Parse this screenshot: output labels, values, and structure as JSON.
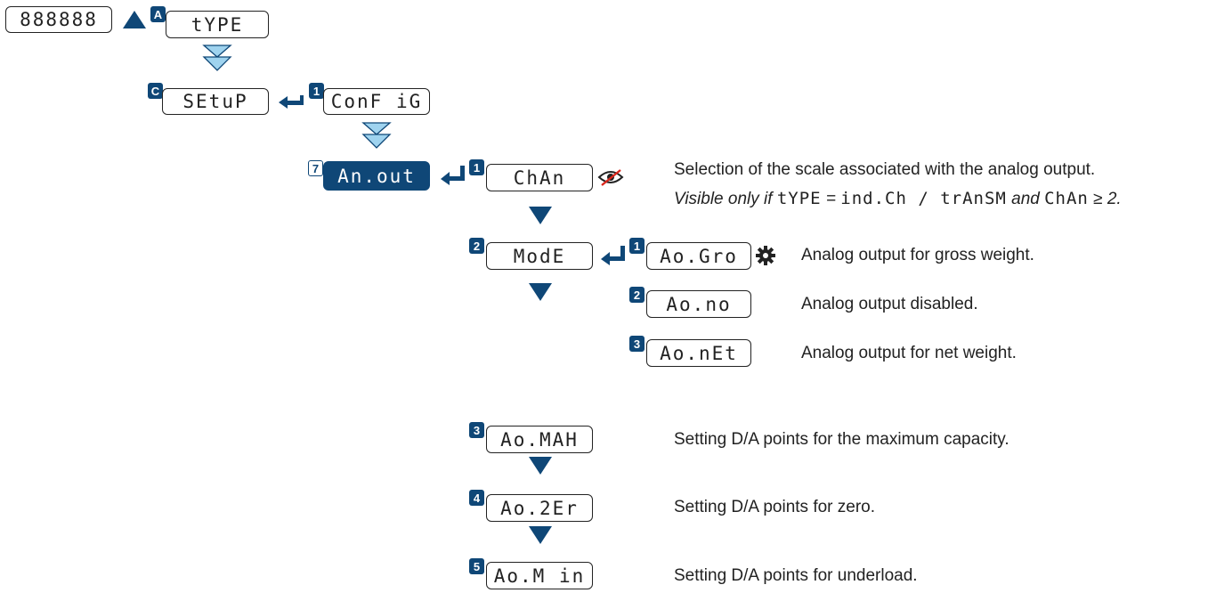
{
  "start": {
    "display": "888888"
  },
  "nodes": {
    "type": {
      "badge": "A",
      "label": "tYPE"
    },
    "setup": {
      "badge": "C",
      "label": "SEtuP"
    },
    "config": {
      "badge": "1",
      "label": "ConF iG"
    },
    "anout": {
      "badge": "7",
      "label": "An.out"
    },
    "chan": {
      "badge": "1",
      "label": "ChAn"
    },
    "mode": {
      "badge": "2",
      "label": "ModE"
    },
    "ao_gro": {
      "badge": "1",
      "label": "Ao.Gro"
    },
    "ao_no": {
      "badge": "2",
      "label": "Ao.no"
    },
    "ao_net": {
      "badge": "3",
      "label": "Ao.nEt"
    },
    "ao_max": {
      "badge": "3",
      "label": "Ao.MAH"
    },
    "ao_zer": {
      "badge": "4",
      "label": "Ao.2Er"
    },
    "ao_min": {
      "badge": "5",
      "label": "Ao.M in"
    }
  },
  "descriptions": {
    "chan_line1": "Selection of the scale associated with the analog output.",
    "chan_vis_prefix": "Visible only if ",
    "chan_vis_type": "tYPE",
    "chan_vis_eq": " = ",
    "chan_vis_values": "ind.Ch / trAnSM",
    "chan_vis_and": " and ",
    "chan_vis_chan": "ChAn",
    "chan_vis_cond": " ≥ 2.",
    "ao_gro": "Analog output for gross weight.",
    "ao_no": "Analog output disabled.",
    "ao_net": "Analog output for net weight.",
    "ao_max": "Setting D/A points for the maximum capacity.",
    "ao_zer": "Setting D/A points for zero.",
    "ao_min": "Setting D/A points for underload."
  },
  "colors": {
    "accent": "#0f4777",
    "arrow_light": "#9fd3ef",
    "eye_slash": "#d9261c"
  },
  "icons": {
    "up": "triangle-up-icon",
    "down": "triangle-down-icon",
    "enter": "enter-arrow-icon",
    "left": "left-arrow-icon",
    "hidden": "eye-slash-icon",
    "default": "gear-icon"
  }
}
